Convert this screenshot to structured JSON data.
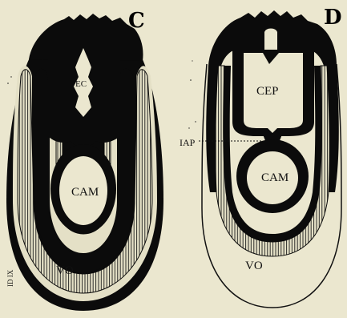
{
  "figure": {
    "panel_c": {
      "letter": "C",
      "labels": {
        "ec": "EC",
        "cam": "CAM",
        "vo": "VO",
        "corner": "ID IX"
      }
    },
    "panel_d": {
      "letter": "D",
      "labels": {
        "cep": "CEP",
        "iap": "IAP",
        "cam": "CAM",
        "vo": "VO"
      }
    }
  },
  "colors": {
    "background": "#ebe7cf",
    "ink": "#0b0b0b",
    "membrane_fill": "#e4e0c6"
  }
}
